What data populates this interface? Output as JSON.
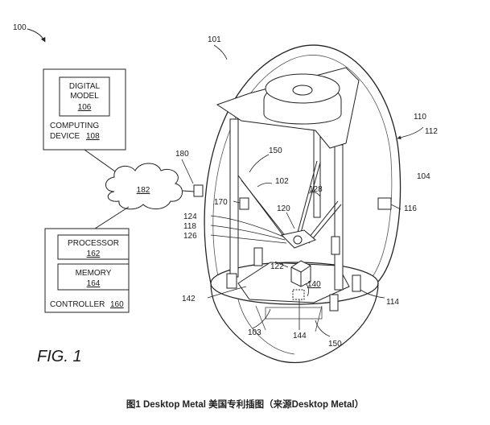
{
  "labels": {
    "l100": "100",
    "l101": "101",
    "l110": "110",
    "l112": "112",
    "l104": "104",
    "l180": "180",
    "l150a": "150",
    "l102": "102",
    "l170": "170",
    "l128": "128",
    "l182": "182",
    "l120": "120",
    "l116": "116",
    "l124": "124",
    "l118": "118",
    "l126": "126",
    "l122": "122",
    "l140": "140",
    "l142": "142",
    "l114": "114",
    "l103": "103",
    "l144": "144",
    "l150b": "150"
  },
  "boxes": {
    "digital_model": {
      "line1": "DIGITAL",
      "line2": "MODEL",
      "ref": "106"
    },
    "computing_device": {
      "line1": "COMPUTING",
      "line2": "DEVICE",
      "ref": "108"
    },
    "processor": {
      "line1": "PROCESSOR",
      "ref": "162"
    },
    "memory": {
      "line1": "MEMORY",
      "ref": "164"
    },
    "controller": {
      "line1": "CONTROLLER",
      "ref": "160"
    }
  },
  "figure_label": "FIG. 1",
  "caption": "图1 Desktop Metal 美国专利插图（来源Desktop Metal）"
}
